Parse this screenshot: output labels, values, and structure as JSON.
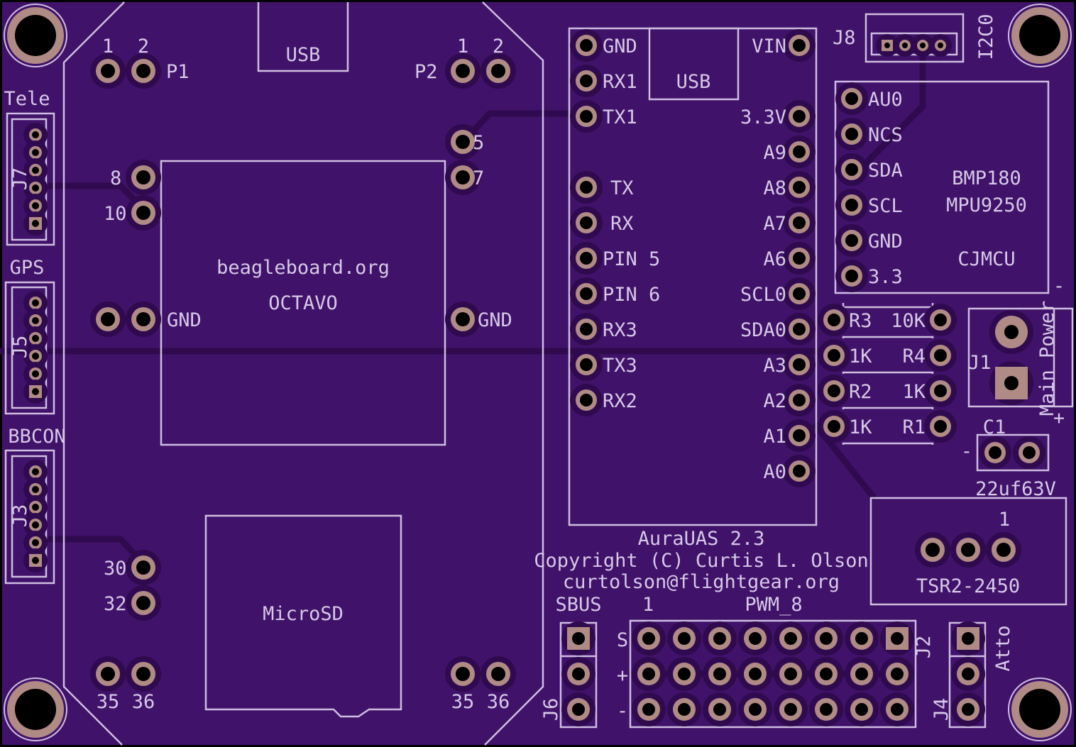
{
  "colors": {
    "board": "#40126a",
    "trace": "#300a4e",
    "silkscreen": "#cdbddf",
    "copper": "#b08a84",
    "hole": "#000000"
  },
  "octavo": {
    "usb": "USB",
    "p1": "P1",
    "p2": "P2",
    "pin1": "1",
    "pin2": "2",
    "pin5": "5",
    "pin7": "7",
    "pin8": "8",
    "pin10": "10",
    "gnd_left": "GND",
    "gnd_right": "GND",
    "pin30": "30",
    "pin32": "32",
    "pin35": "35",
    "pin36": "36",
    "name": "beagleboard.org",
    "model": "OCTAVO",
    "microsd": "MicroSD"
  },
  "connectors": {
    "tele": "Tele",
    "j7": "J7",
    "gps": "GPS",
    "j5": "J5",
    "bbcon": "BBCON",
    "j3": "J3"
  },
  "teensy": {
    "usb": "USB",
    "left": [
      "GND",
      "RX1",
      "TX1",
      "TX",
      "RX",
      "PIN 5",
      "PIN 6",
      "RX3",
      "TX3",
      "RX2"
    ],
    "right": [
      "VIN",
      "3.3V",
      "A9",
      "A8",
      "A7",
      "A6",
      "SCL0",
      "SDA0",
      "A3",
      "A2",
      "A1",
      "A0"
    ]
  },
  "j8": {
    "label": "J8",
    "bus": "I2C0"
  },
  "imu": {
    "pins": [
      "AU0",
      "NCS",
      "SDA",
      "SCL",
      "GND",
      "3.3"
    ],
    "chip1": "BMP180",
    "chip2": "MPU9250",
    "board": "CJMCU"
  },
  "resistors": [
    {
      "a": "R3",
      "b": "10K"
    },
    {
      "a": "1K",
      "b": "R4"
    },
    {
      "a": "R2",
      "b": "1K"
    },
    {
      "a": "1K",
      "b": "R1"
    }
  ],
  "power": {
    "j1": "J1",
    "label": "Main Power",
    "minus": "-",
    "plus": "+"
  },
  "cap": {
    "label": "C1",
    "value": "22uf63V",
    "minus": "-"
  },
  "regulator": {
    "pin1": "1",
    "name": "TSR2-2450"
  },
  "credits": {
    "line1": "AuraUAS 2.3",
    "line2": "Copyright (C) Curtis L. Olson",
    "line3": "curtolson@flightgear.org"
  },
  "servo": {
    "sbus": "SBUS",
    "one": "1",
    "pwm": "PWM_8",
    "s": "S",
    "plus": "+",
    "minus": "-",
    "j2": "J2",
    "j6": "J6",
    "j4": "J4",
    "atto": "Atto"
  }
}
